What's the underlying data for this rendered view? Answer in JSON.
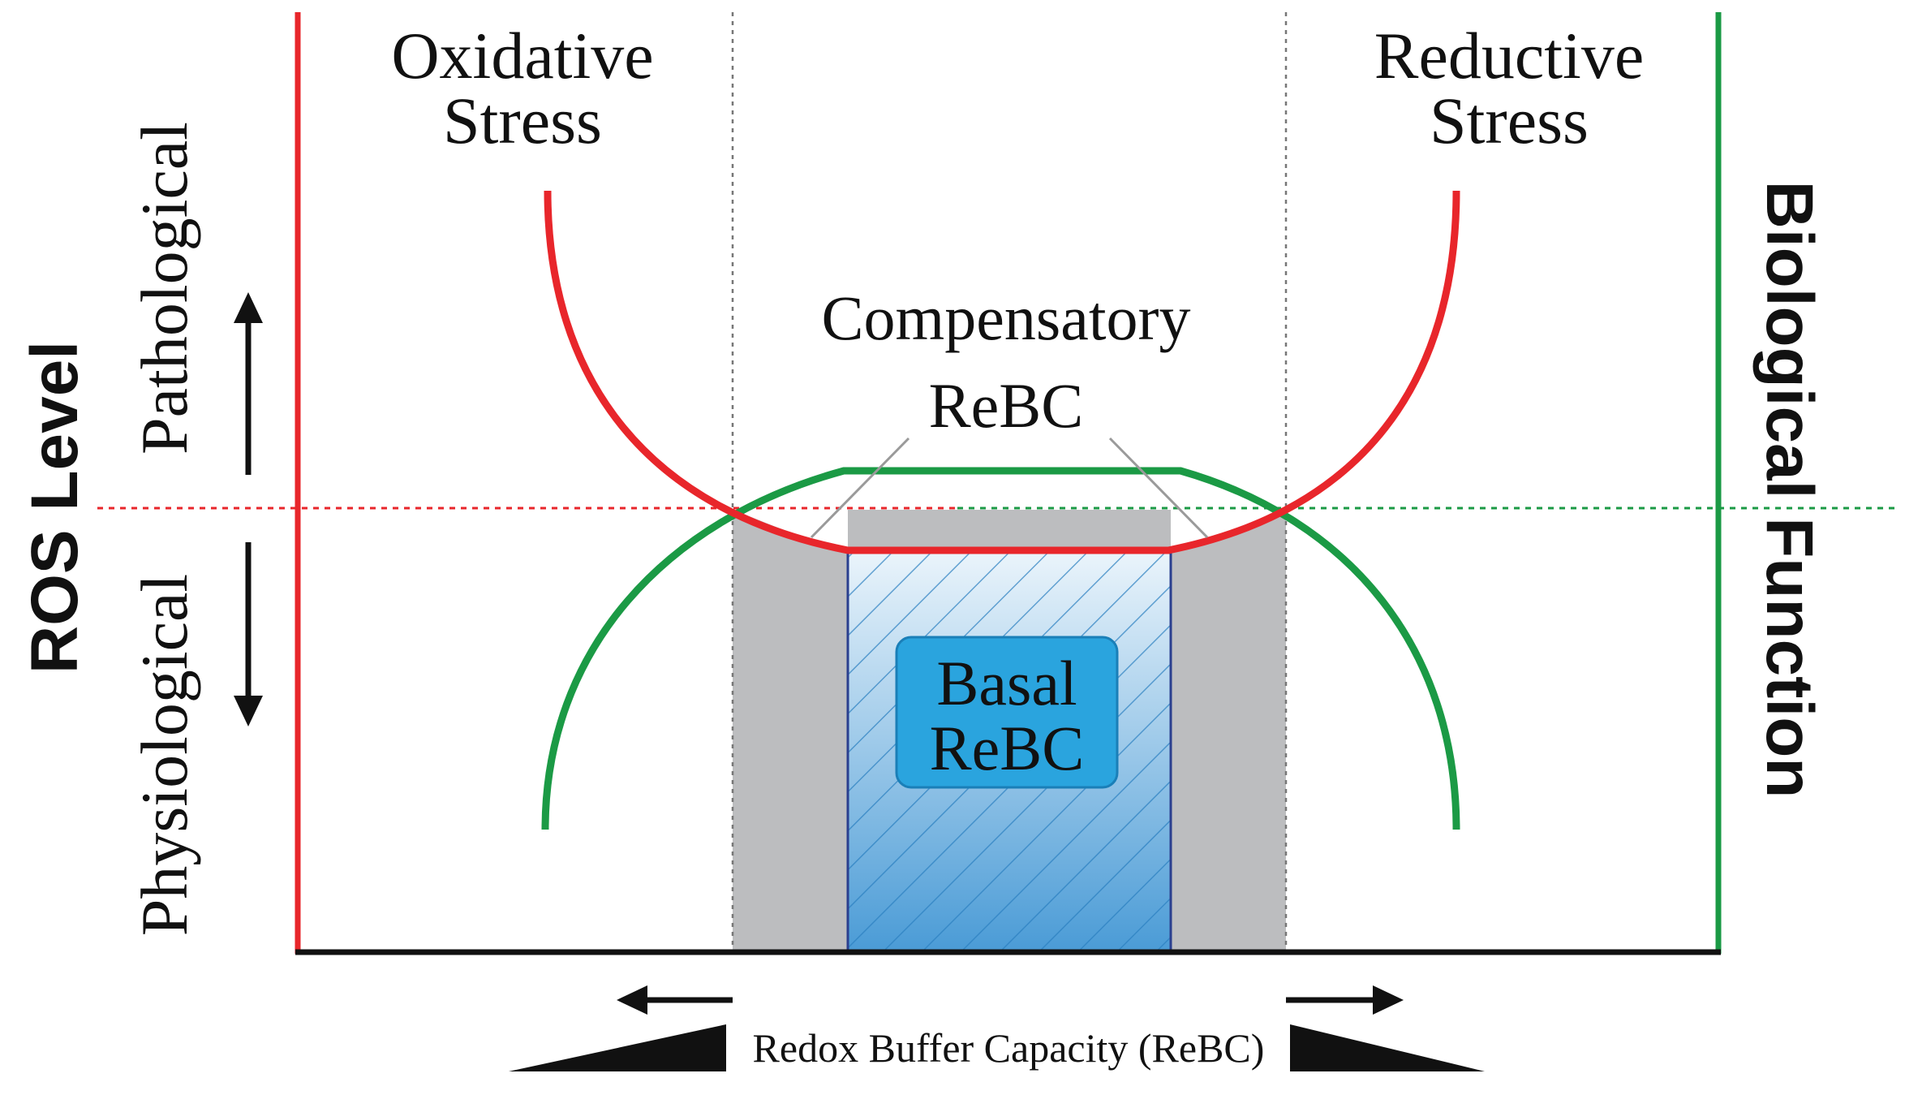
{
  "labels": {
    "oxidative_line1": "Oxidative",
    "oxidative_line2": "Stress",
    "reductive_line1": "Reductive",
    "reductive_line2": "Stress",
    "compensatory_line1": "Compensatory",
    "compensatory_line2": "ReBC",
    "basal_line1": "Basal",
    "basal_line2": "ReBC",
    "y_axis_left": "ROS Level",
    "pathological": "Pathological",
    "physiological": "Physiological",
    "y_axis_right": "Biological Function",
    "x_axis": "Redox Buffer Capacity (ReBC)"
  },
  "colors": {
    "ros_curve": "#e8262b",
    "function_curve": "#1b9a45",
    "compensatory_fill": "#bcbdbf",
    "basal_gradient_top": "#eaf4fb",
    "basal_gradient_bottom": "#4a9bd6",
    "basal_label_bg": "#2aa4de",
    "axis": "#111111"
  },
  "icons": {
    "up_arrow": "arrow-up-icon",
    "down_arrow": "arrow-down-icon",
    "left_arrow": "arrow-left-icon",
    "right_arrow": "arrow-right-icon"
  }
}
